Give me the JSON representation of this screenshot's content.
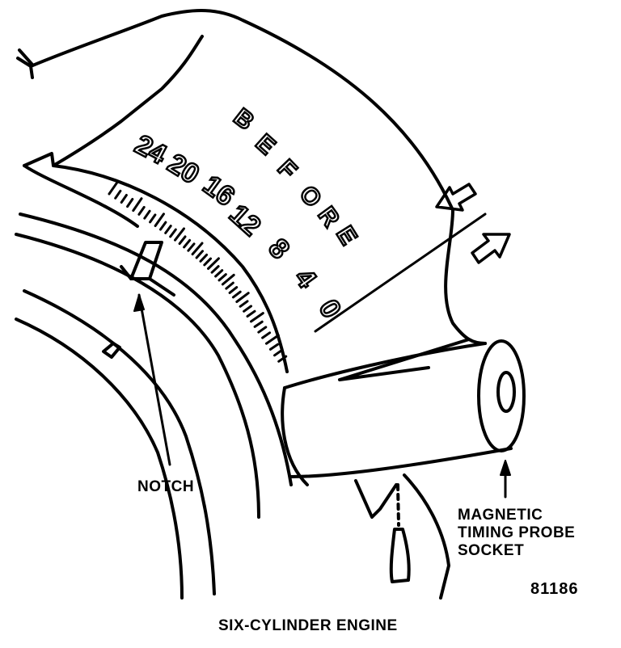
{
  "scale": {
    "word_letters": [
      "B",
      "E",
      "F",
      "O",
      "R",
      "E"
    ],
    "numbers": [
      "24",
      "20",
      "16",
      "12",
      "8",
      "4",
      "0"
    ]
  },
  "labels": {
    "notch": "NOTCH",
    "probe_socket_line1": "MAGNETIC",
    "probe_socket_line2": "TIMING PROBE",
    "probe_socket_line3": "SOCKET",
    "figure_number": "81186",
    "caption": "SIX-CYLINDER ENGINE"
  },
  "colors": {
    "ink": "#000000",
    "paper": "#ffffff"
  }
}
